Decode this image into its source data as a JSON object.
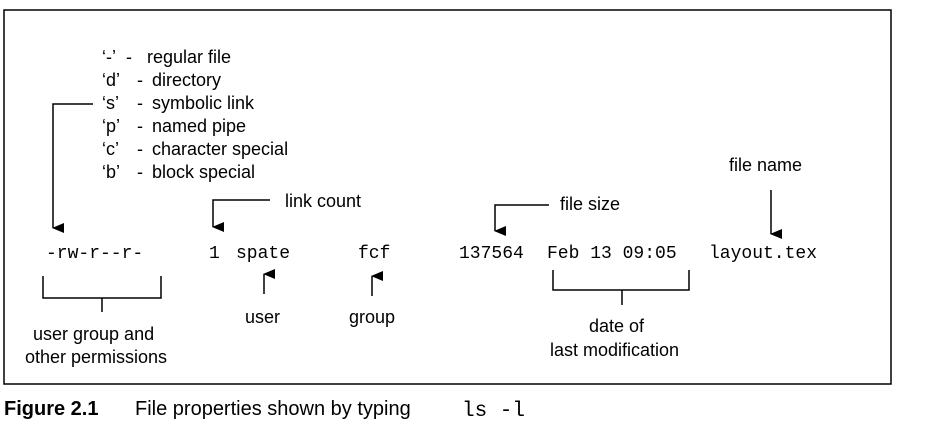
{
  "figure": {
    "file_types": [
      {
        "code": "‘-’",
        "desc": "regular file"
      },
      {
        "code": "‘d’",
        "desc": "directory"
      },
      {
        "code": "‘s’",
        "desc": "symbolic link"
      },
      {
        "code": "‘p’",
        "desc": "named pipe"
      },
      {
        "code": "‘c’",
        "desc": "character special"
      },
      {
        "code": "‘b’",
        "desc": "block special"
      }
    ],
    "separator": "-",
    "listing": {
      "permissions": "-rw-r--r-",
      "links": "1",
      "user": "spate",
      "group": "fcf",
      "size": "137564",
      "date": "Feb 13 09:05",
      "name": "layout.tex"
    },
    "labels": {
      "link_count": "link count",
      "file_size": "file size",
      "file_name": "file name",
      "user": "user",
      "group": "group",
      "permissions_line1": "user group and",
      "permissions_line2": "other permissions",
      "date_line1": "date of",
      "date_line2": "last modification"
    }
  },
  "caption": {
    "label": "Figure 2.1",
    "text": "File properties shown by typing",
    "command": "ls -l"
  }
}
